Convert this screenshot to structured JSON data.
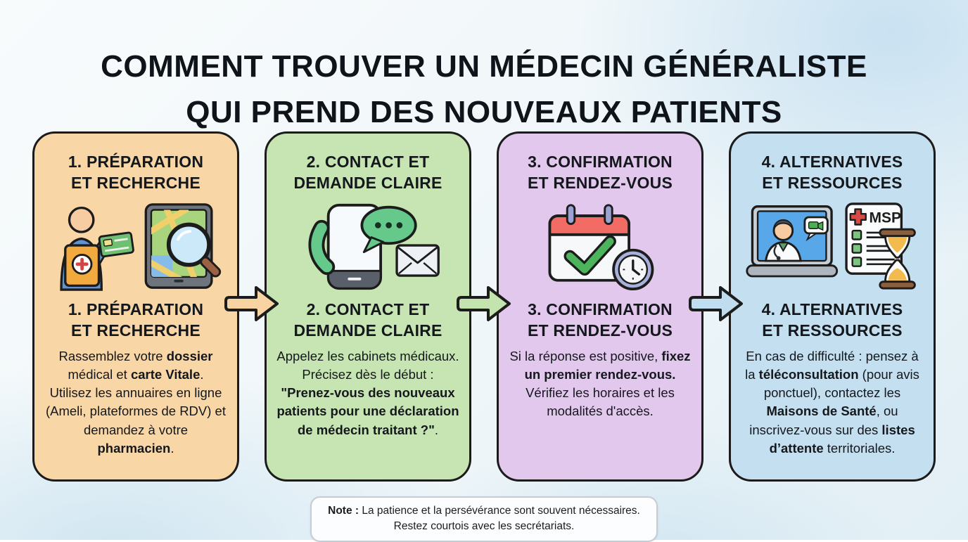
{
  "page": {
    "title": "COMMENT TROUVER UN MÉDECIN GÉNÉRALISTE\nQUI PREND DES NOUVEAUX PATIENTS",
    "background_base": "#EFF6F9",
    "background_blob": "#C7E0F1"
  },
  "cards": [
    {
      "title": "1. PRÉPARATION\nET RECHERCHE",
      "subtitle": "1. PRÉPARATION\nET RECHERCHE",
      "color": "#F9D6A6",
      "icon_names": [
        "medical-folder-person-icon",
        "map-search-tablet-icon"
      ],
      "body": [
        {
          "text": "Rassemblez votre ",
          "bold": false
        },
        {
          "text": "dossier",
          "bold": true
        },
        {
          "text": " médical et ",
          "bold": false
        },
        {
          "text": "carte Vitale",
          "bold": true
        },
        {
          "text": ".\nUtilisez les annuaires en ligne (Ameli, plateformes de RDV) et demandez à votre ",
          "bold": false
        },
        {
          "text": "pharmacien",
          "bold": true
        },
        {
          "text": ".",
          "bold": false
        }
      ]
    },
    {
      "title": "2. CONTACT ET\nDEMANDE CLAIRE",
      "subtitle": "2. CONTACT ET\nDEMANDE CLAIRE",
      "color": "#C7E5B2",
      "icon_names": [
        "phone-call-icon",
        "chat-bubble-icon",
        "envelope-icon"
      ],
      "body": [
        {
          "text": "Appelez les cabinets médicaux. Précisez dès le début : ",
          "bold": false
        },
        {
          "text": "\"Prenez-vous des nouveaux patients pour une déclaration de médecin traitant ?\"",
          "bold": true
        },
        {
          "text": ".",
          "bold": false
        }
      ]
    },
    {
      "title": "3. CONFIRMATION\nET RENDEZ-VOUS",
      "subtitle": "3. CONFIRMATION\nET RENDEZ-VOUS",
      "color": "#E3C8EE",
      "icon_names": [
        "calendar-check-icon",
        "clock-icon"
      ],
      "body": [
        {
          "text": "Si la réponse est positive, ",
          "bold": false
        },
        {
          "text": "fixez un premier rendez-vous.",
          "bold": true
        },
        {
          "text": "\nVérifiez les horaires et les modalités d'accès.",
          "bold": false
        }
      ]
    },
    {
      "title": "4. ALTERNATIVES\nET RESSOURCES",
      "subtitle": "4. ALTERNATIVES\nET RESSOURCES",
      "color": "#C4DFEF",
      "icon_names": [
        "teleconsultation-laptop-icon",
        "msp-checklist-icon",
        "hourglass-icon"
      ],
      "icon_text": "MSP",
      "body": [
        {
          "text": "En cas de difficulté : pensez à la ",
          "bold": false
        },
        {
          "text": "téléconsultation",
          "bold": true
        },
        {
          "text": " (pour avis ponctuel), contactez les ",
          "bold": false
        },
        {
          "text": "Maisons de Santé",
          "bold": true
        },
        {
          "text": ", ou inscrivez-vous sur des ",
          "bold": false
        },
        {
          "text": "listes d’attente",
          "bold": true
        },
        {
          "text": " territoriales.",
          "bold": false
        }
      ]
    }
  ],
  "arrows": [
    {
      "color": "#F8D4A3"
    },
    {
      "color": "#C3E4AE"
    },
    {
      "color": "#BFDDEF"
    }
  ],
  "note": {
    "line1": [
      {
        "text": "Note :",
        "bold": true
      },
      {
        "text": " La patience et la persévérance sont souvent nécessaires.",
        "bold": false
      }
    ],
    "line2": "Restez courtois avec les secrétariats."
  }
}
